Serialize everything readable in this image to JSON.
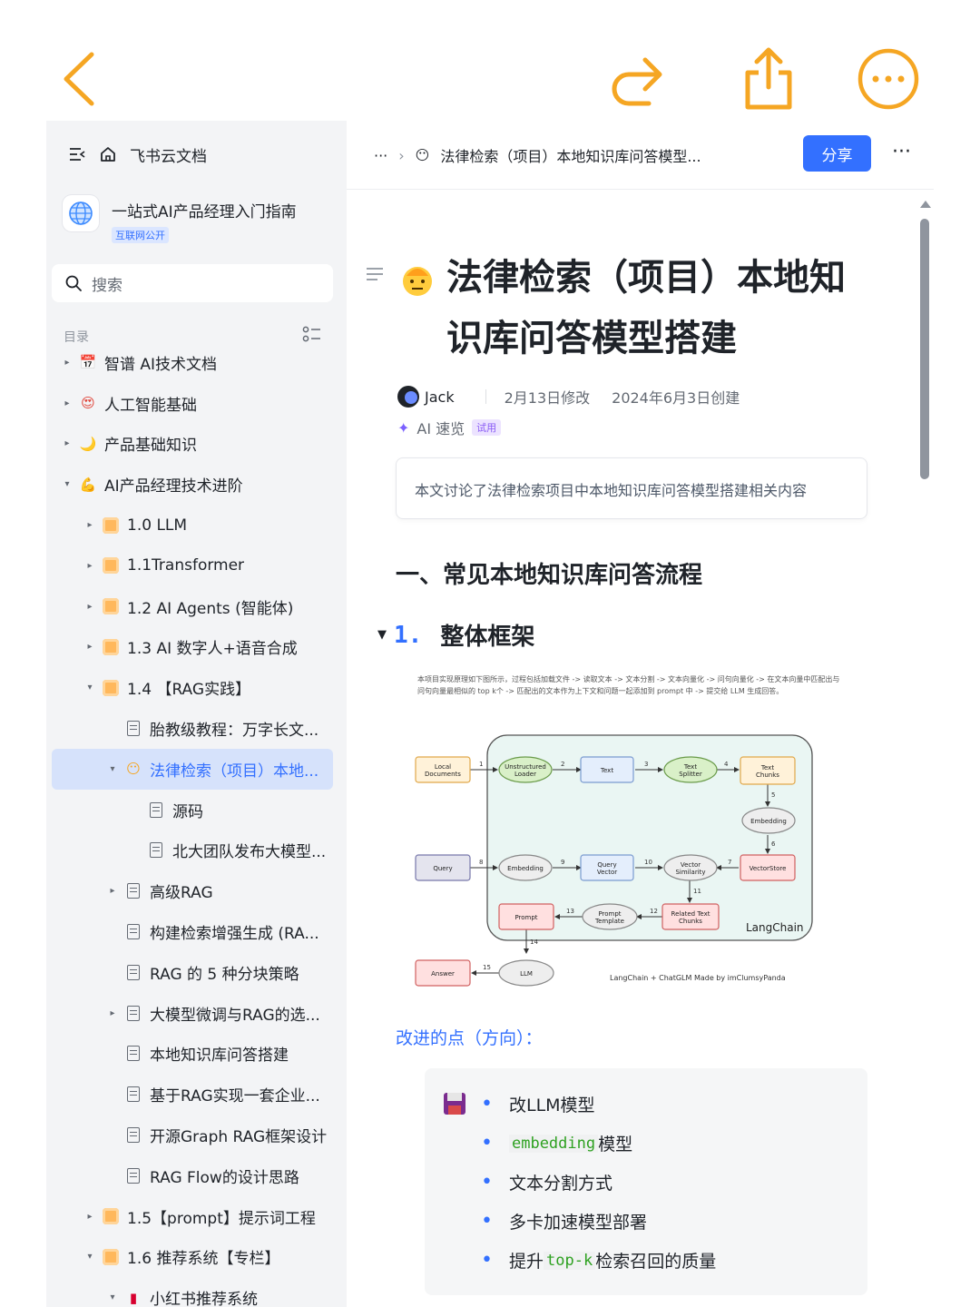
{
  "top_bar": {
    "icons": [
      "back-icon",
      "redo-icon",
      "share-export-icon",
      "more-icon"
    ],
    "accent_color": "#f5a623"
  },
  "sidebar": {
    "app_title": "飞书云文档",
    "space_title": "一站式AI产品经理入门指南",
    "space_tag": "互联网公开",
    "search_placeholder": "搜索",
    "toc_label": "目录",
    "items": [
      {
        "label": "智谱 AI技术文档",
        "level": 0,
        "arrow": "▸",
        "icon": "calendar-icon"
      },
      {
        "label": "人工智能基础",
        "level": 0,
        "arrow": "▸",
        "icon": "heart-eyes-icon"
      },
      {
        "label": "产品基础知识",
        "level": 0,
        "arrow": "▸",
        "icon": "moon-icon"
      },
      {
        "label": "AI产品经理技术进阶",
        "level": 0,
        "arrow": "▾",
        "icon": "muscle-icon"
      },
      {
        "label": "1.0 LLM",
        "level": 1,
        "arrow": "▸",
        "icon": "folder-icon"
      },
      {
        "label": "1.1Transformer",
        "level": 1,
        "arrow": "▸",
        "icon": "folder-icon"
      },
      {
        "label": "1.2 AI Agents (智能体)",
        "level": 1,
        "arrow": "▸",
        "icon": "folder-icon"
      },
      {
        "label": "1.3 AI 数字人+语音合成",
        "level": 1,
        "arrow": "▸",
        "icon": "folder-icon"
      },
      {
        "label": "1.4 【RAG实践】",
        "level": 1,
        "arrow": "▾",
        "icon": "folder-icon"
      },
      {
        "label": "胎教级教程：万字长文...",
        "level": 2,
        "arrow": "",
        "icon": "doc-icon"
      },
      {
        "label": "法律检索（项目）本地...",
        "level": 2,
        "arrow": "▾",
        "icon": "emoji-icon",
        "selected": true
      },
      {
        "label": "源码",
        "level": 3,
        "arrow": "",
        "icon": "doc-icon"
      },
      {
        "label": "北大团队发布大模型...",
        "level": 3,
        "arrow": "",
        "icon": "doc-icon"
      },
      {
        "label": "高级RAG",
        "level": 2,
        "arrow": "▸",
        "icon": "doc-icon"
      },
      {
        "label": "构建检索增强生成 (RA...",
        "level": 2,
        "arrow": "",
        "icon": "doc-icon"
      },
      {
        "label": "RAG 的 5 种分块策略",
        "level": 2,
        "arrow": "",
        "icon": "doc-icon"
      },
      {
        "label": "大模型微调与RAG的选...",
        "level": 2,
        "arrow": "▸",
        "icon": "doc-icon"
      },
      {
        "label": "本地知识库问答搭建",
        "level": 2,
        "arrow": "",
        "icon": "doc-icon"
      },
      {
        "label": "基于RAG实现一套企业...",
        "level": 2,
        "arrow": "",
        "icon": "doc-icon"
      },
      {
        "label": "开源Graph RAG框架设计",
        "level": 2,
        "arrow": "",
        "icon": "doc-icon"
      },
      {
        "label": "RAG Flow的设计思路",
        "level": 2,
        "arrow": "",
        "icon": "doc-icon"
      },
      {
        "label": "1.5【prompt】提示词工程",
        "level": 1,
        "arrow": "▸",
        "icon": "folder-icon"
      },
      {
        "label": "1.6 推荐系统【专栏】",
        "level": 1,
        "arrow": "▾",
        "icon": "folder-icon"
      },
      {
        "label": "小红书推荐系统",
        "level": 2,
        "arrow": "▾",
        "icon": "red-book-icon"
      }
    ]
  },
  "doc_header": {
    "breadcrumb_more": "···",
    "breadcrumb_title": "法律检索（项目）本地知识库问答模型...",
    "share_label": "分享",
    "more": "···",
    "share_color": "#3370ff"
  },
  "doc": {
    "title": "法律检索（项目）本地知识库问答模型搭建",
    "author": "Jack",
    "modified": "2月13日修改",
    "created": "2024年6月3日创建",
    "ai_label": "AI 速览",
    "ai_tag": "试用",
    "summary": "本文讨论了法律检索项目中本地知识库问答模型搭建相关内容",
    "h1": "一、常见本地知识库问答流程",
    "h2_num": "1.",
    "h2_text": "整体框架",
    "diagram": {
      "caption": "本项目实现原理如下图所示，过程包括加载文件 -> 读取文本 -> 文本分割 -> 文本向量化 -> 问句向量化 -> 在文本向量中匹配出与问句向量最相似的 top k个 -> 匹配出的文本作为上下文和问题一起添加到 prompt 中 -> 提交给 LLM 生成回答。",
      "nodes": {
        "local_docs": "Local Documents",
        "unstructured_loader": "Unstructured Loader",
        "text": "Text",
        "text_splitter": "Text Splitter",
        "text_chunks": "Text Chunks",
        "embedding_top": "Embedding",
        "vector_store": "VectorStore",
        "query": "Query",
        "embedding_mid": "Embedding",
        "query_vector": "Query Vector",
        "vector_similarity": "Vector Similarity",
        "related_chunks": "Related Text Chunks",
        "prompt_template": "Prompt Template",
        "prompt": "Prompt",
        "llm": "LLM",
        "answer": "Answer"
      },
      "steps": [
        "1",
        "2",
        "3",
        "4",
        "5",
        "6",
        "7",
        "8",
        "9",
        "10",
        "11",
        "12",
        "13",
        "14",
        "15"
      ],
      "frame_label": "LangChain",
      "footer": "LangChain + ChatGLM Made by imClumsyPanda"
    },
    "improve_title": "改进的点（方向）：",
    "bullets": [
      {
        "pre": "",
        "code": "",
        "post": "改LLM模型"
      },
      {
        "pre": "",
        "code": "embedding",
        "post": " 模型"
      },
      {
        "pre": "",
        "code": "",
        "post": "文本分割方式"
      },
      {
        "pre": "",
        "code": "",
        "post": "多卡加速模型部署"
      },
      {
        "pre": "提升 ",
        "code": "top-k",
        "post": " 检索召回的质量"
      }
    ]
  }
}
